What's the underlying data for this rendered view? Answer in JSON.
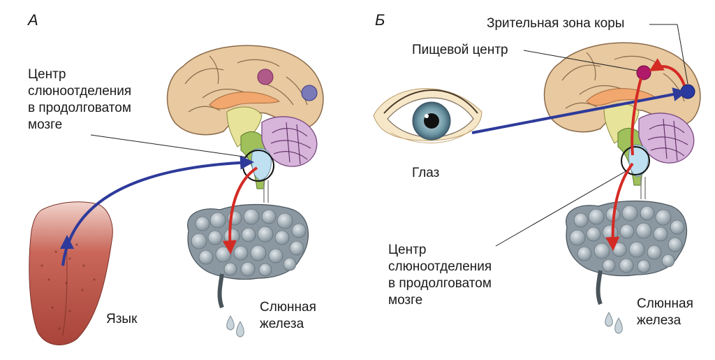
{
  "panels": {
    "a": {
      "letter": "А",
      "center_label": "Центр\nслюноотделения\nв продолговатом\nмозге",
      "tongue_label": "Язык",
      "gland_label": "Слюнная\nжелеза"
    },
    "b": {
      "letter": "Б",
      "visual_cortex_label": "Зрительная зона коры",
      "food_center_label": "Пищевой центр",
      "eye_label": "Глаз",
      "center_label": "Центр\nслюноотделения\nв продолговатом\nмозге",
      "gland_label": "Слюнная\nжелеза"
    }
  },
  "colors": {
    "afferent_arrow": "#2e3a9a",
    "efferent_arrow": "#d42a24",
    "cortex": "#e8c9a0",
    "cerebellum": "#b07ab8",
    "gland": "#7f8c96",
    "food_center": "#b0186a",
    "visual_zone": "#2a3aa0"
  }
}
